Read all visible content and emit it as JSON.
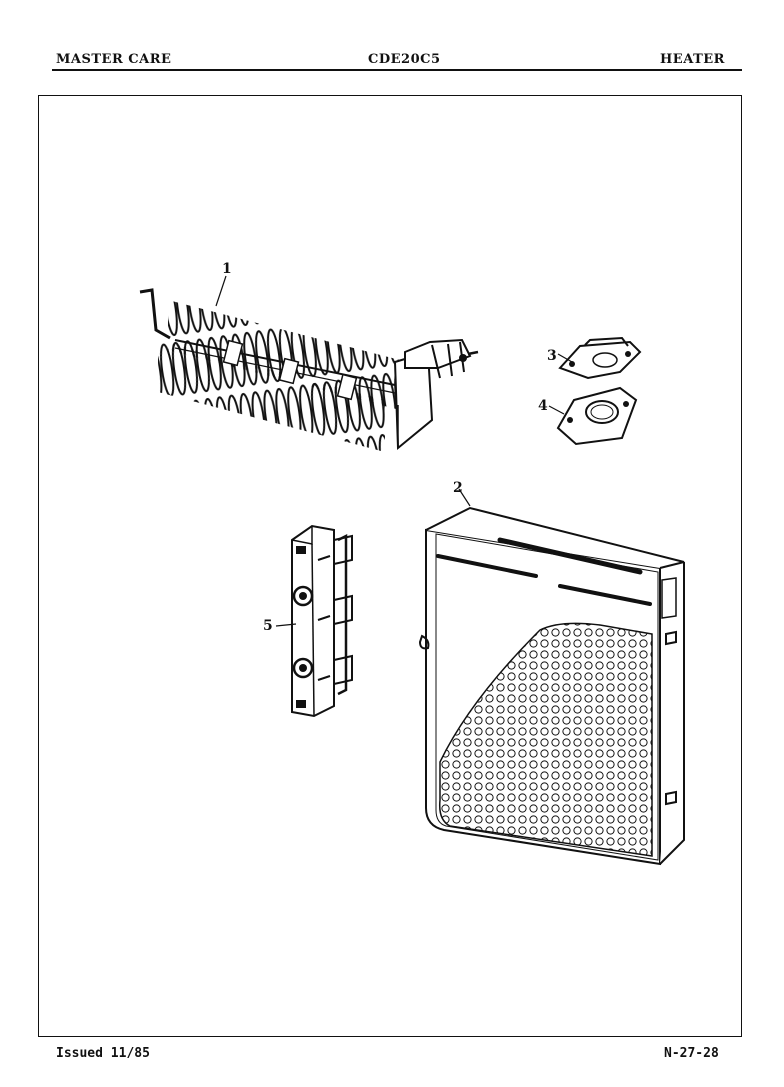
{
  "header": {
    "left": "MASTER CARE",
    "center": "CDE20C5",
    "right": "HEATER"
  },
  "footer": {
    "issued": "Issued 11/85",
    "page_code": "N-27-28"
  },
  "callouts": [
    "1",
    "2",
    "3",
    "4",
    "5"
  ]
}
